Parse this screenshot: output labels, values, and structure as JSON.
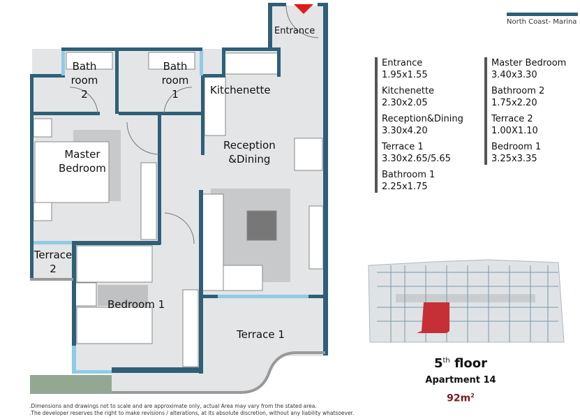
{
  "brand": {
    "location": "North Coast- Marina"
  },
  "rooms": {
    "entrance": "Entrance",
    "bathroom2": [
      "Bath",
      "room",
      "2"
    ],
    "bathroom1": [
      "Bath",
      "room",
      "1"
    ],
    "kitchenette": "Kitchenette",
    "reception": [
      "Reception",
      "&Dining"
    ],
    "master": [
      "Master",
      "Bedroom"
    ],
    "terrace2": [
      "Terrace",
      "2"
    ],
    "bedroom1": "Bedroom 1",
    "terrace1": "Terrace 1"
  },
  "legend": {
    "left": [
      {
        "name": "Entrance",
        "dim": "1.95x1.55"
      },
      {
        "name": "Kitchenette",
        "dim": "2.30x2.05"
      },
      {
        "name": "Reception&Dining",
        "dim": "3.30x4.20"
      },
      {
        "name": "Terrace 1",
        "dim": "3.30x2.65/5.65"
      },
      {
        "name": "Bathroom 1",
        "dim": "2.25x1.75"
      }
    ],
    "right": [
      {
        "name": "Master Bedroom",
        "dim": "3.40x3.30"
      },
      {
        "name": "Bathroom 2",
        "dim": "1.75x2.20"
      },
      {
        "name": "Terrace 2",
        "dim": "1.00X1.10"
      },
      {
        "name": "Bedroom 1",
        "dim": "3.25x3.35"
      }
    ]
  },
  "floor": {
    "number": "5",
    "suffix": "th",
    "word": "floor",
    "apartment": "Apartment 14",
    "area": "92m",
    "area_unit": "2"
  },
  "disclaimer": [
    ".Dimensions and drawings not to scale and are approximate only, actual Area may vary from the stated area.",
    ".The developer reserves the right to make revisions / alterations, at its absolute discretion, without any liability whatsoever."
  ],
  "colors": {
    "wall": "#2e5f78",
    "glass": "#8fcbe6",
    "floor": "#e4e5e6",
    "highlight": "#c62f35",
    "area": "#7a1a1f"
  }
}
